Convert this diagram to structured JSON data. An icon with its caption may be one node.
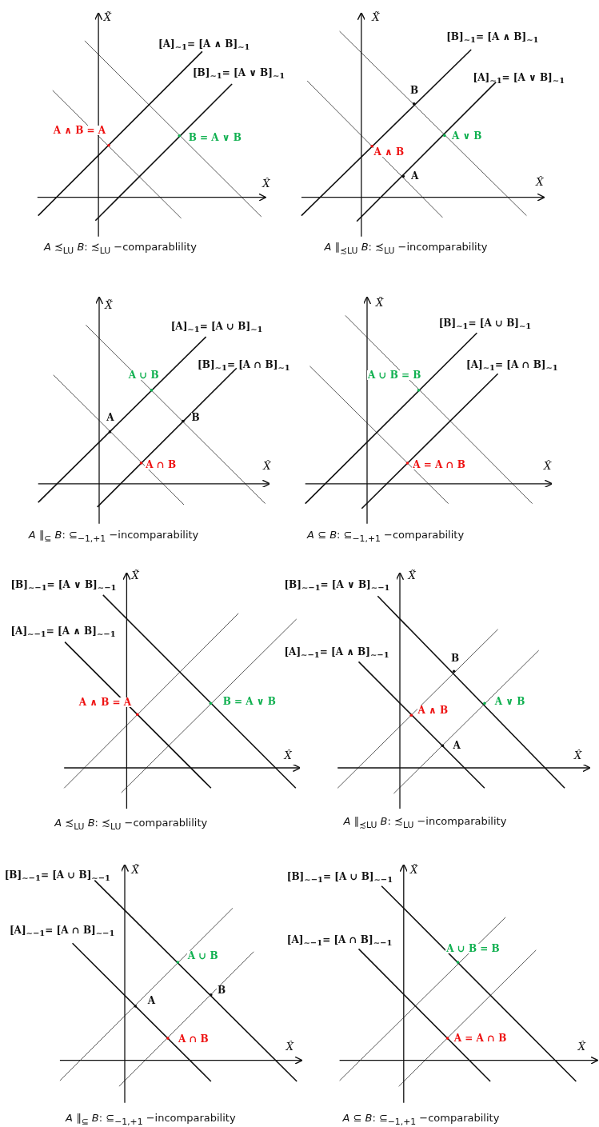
{
  "diagram": {
    "labels": [
      "X̃",
      "[A]$_{∼1}$= [A ∧ B]$_{∼1}$",
      "[B]$_{∼1}$= [A ∨ B]$_{∼1}$",
      "A ∧ B = A",
      "B = A ∨ B",
      "X̂",
      "*A* ≾$_{LU}$  *B*:  ≾$_{LU}$ −comparablility",
      "X̃",
      "[B]$_{∼1}$= [A ∧ B]$_{∼1}$",
      "[A]$_{∼1}$= [A ∨ B]$_{∼1}$",
      "B",
      "A ∨ B",
      "A ∧ B",
      "A",
      "X̂",
      "*A* ∥$_{≾LU}$ *B*:  ≾$_{LU}$ −incomparability",
      "X̃",
      "[A]$_{∼1}$= [A ∪ B]$_{∼1}$",
      "[B]$_{∼1}$= [A ∩ B]$_{∼1}$",
      "A ∪ B",
      "A",
      "B",
      "A ∩ B",
      "X̂",
      "*A* ∥$_{⊆}$ *B*:  ⊆$_{−1,+1}$ −incomparability",
      "X̃",
      "[B]$_{∼1}$= [A ∪ B]$_{∼1}$",
      "[A]$_{∼1}$= [A ∩ B]$_{∼1}$",
      "A ∪ B = B",
      "A = A ∩ B",
      "X̂",
      "*A* ⊆ *B*:  ⊆$_{−1,+1}$ −comparability",
      "X̃",
      "[B]$_{∼−1}$= [A ∨ B]$_{∼−1}$",
      "[A]$_{∼−1}$= [A ∧ B]$_{∼−1}$",
      "A ∧ B = A",
      "B = A ∨ B",
      "X̂",
      "*A* ≾$_{LU}$  *B*:  ≾$_{LU}$ −comparablility",
      "X̃",
      "[B]$_{∼−1}$= [A ∨ B]$_{∼−1}$",
      "[A]$_{∼−1}$= [A ∧ B]$_{∼−1}$",
      "B",
      "A ∨ B",
      "A ∧ B",
      "A",
      "X̂",
      "*A* ∥$_{≾LU}$ *B*:  ≾$_{LU}$ −incomparability",
      "X̃",
      "[B]$_{∼−1}$= [A ∪ B]$_{∼−1}$",
      "[A]$_{∼−1}$= [A ∩ B]$_{∼−1}$",
      "A ∪ B",
      "B",
      "A",
      "A ∩ B",
      "X̂",
      "*A* ∥$_{⊆}$ *B*:  ⊆$_{−1,+1}$ −incomparability",
      "X̃",
      "[B]$_{∼−1}$= [A ∪ B]$_{∼−1}$",
      "[A]$_{∼−1}$= [A ∩ B]$_{∼−1}$",
      "A ∪ B = B",
      "A = A ∩ B",
      "X̂",
      "*A* ⊆ *B*:  ⊆$_{−1,+1}$ −comparability"
    ]
  }
}
